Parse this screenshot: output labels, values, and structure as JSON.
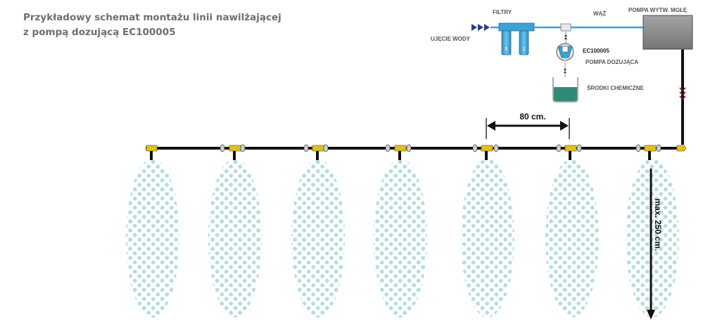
{
  "title": {
    "line1": "Przykładowy schemat montażu linii nawilżającej",
    "line2": "z pompą dozującą EC100005"
  },
  "labels": {
    "filters": "FILTRY",
    "hose": "WĄŻ",
    "mist_pump": "POMPA WYTW. MGŁĘ",
    "water_inlet": "UJĘCIE WODY",
    "model": "EC100005",
    "dosing_pump": "POMPA DOZUJĄCA",
    "chemicals": "ŚRODKI CHEMICZNE",
    "spacing": "80 cm.",
    "max_length": "max. 250 cm."
  },
  "filter_numbers": [
    "5",
    "1"
  ],
  "nozzle_count": 7,
  "colors": {
    "title": "#6e6e6e",
    "pipe": "#111111",
    "nozzle_brass": "#e0c020",
    "spray_dots": "#b5dedd",
    "filter_blue": "#3da2d6",
    "pump_box": "#8c8c8c",
    "inlet_arrows": "#2b3b8f",
    "flow_arrows": "#7a1a1a",
    "chemical_liquid": "#2d8a78"
  }
}
